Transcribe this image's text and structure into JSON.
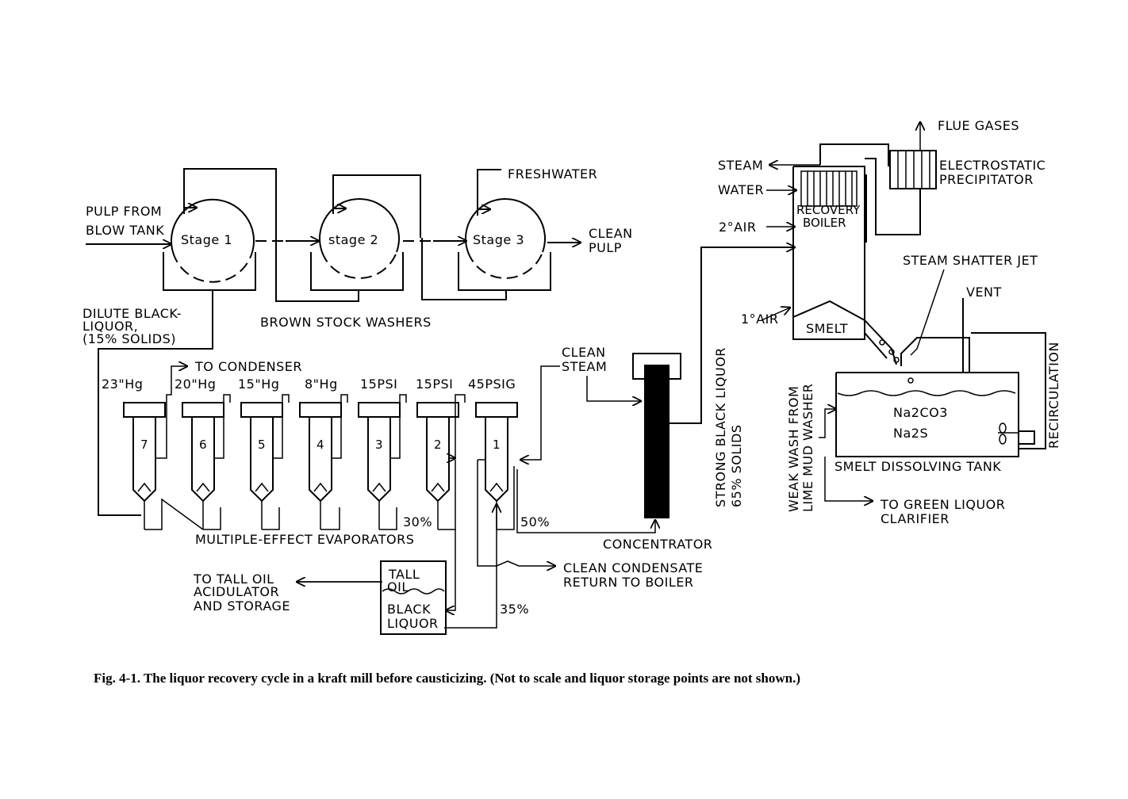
{
  "labels": {
    "pulp_from_line1": "PULP FROM",
    "pulp_from_line2": "BLOW TANK",
    "stage1": "Stage 1",
    "stage2": "stage 2",
    "stage3": "Stage 3",
    "freshwater": "FRESHWATER",
    "clean_pulp_line1": "CLEAN",
    "clean_pulp_line2": "PULP",
    "dilute_line1": "DILUTE BLACK-",
    "dilute_line2": "LIQUOR,",
    "dilute_line3": "(15% SOLIDS)",
    "brown_stock_washers": "BROWN STOCK WASHERS",
    "to_condenser": "TO CONDENSER",
    "p7": "23\"Hg",
    "p6": "20\"Hg",
    "p5": "15\"Hg",
    "p4": "8\"Hg",
    "p3": "15PSI",
    "p2": "15PSI",
    "p1": "45PSIG",
    "e7": "7",
    "e6": "6",
    "e5": "5",
    "e4": "4",
    "e3": "3",
    "e2": "2",
    "e1": "1",
    "pct30": "30%",
    "pct50": "50%",
    "pct35": "35%",
    "multiple_effect": "MULTIPLE-EFFECT EVAPORATORS",
    "clean_steam_line1": "CLEAN",
    "clean_steam_line2": "STEAM",
    "concentrator": "CONCENTRATOR",
    "tall_oil_line1": "TALL",
    "tall_oil_line2": "OIL",
    "black_liquor_line1": "BLACK",
    "black_liquor_line2": "LIQUOR",
    "to_tall_oil_line1": "TO TALL OIL",
    "to_tall_oil_line2": "ACIDULATOR",
    "to_tall_oil_line3": "AND STORAGE",
    "condensate_line1": "CLEAN CONDENSATE",
    "condensate_line2": "RETURN TO BOILER",
    "strong_bl_line1": "STRONG BLACK LIQUOR",
    "strong_bl_line2": "65% SOLIDS",
    "flue_gases": "FLUE GASES",
    "esp_line1": "ELECTROSTATIC",
    "esp_line2": "PRECIPITATOR",
    "steam": "STEAM",
    "water": "WATER",
    "secondary_air": "2°AIR",
    "primary_air": "1°AIR",
    "recovery_line1": "RECOVERY",
    "recovery_line2": "BOILER",
    "steam_shatter_jet": "STEAM SHATTER JET",
    "vent": "VENT",
    "smelt": "SMELT",
    "recirculation": "RECIRCULATION",
    "weak_wash_line1": "WEAK WASH FROM",
    "weak_wash_line2": "LIME MUD WASHER",
    "na2co3": "Na2CO3",
    "na2s": "Na2S",
    "smelt_dissolving_tank": "SMELT DISSOLVING TANK",
    "to_green_line1": "TO GREEN LIQUOR",
    "to_green_line2": "CLARIFIER"
  },
  "caption": "Fig. 4-1.  The liquor recovery cycle in a kraft mill before causticizing.  (Not to scale and liquor storage points are not shown.)"
}
